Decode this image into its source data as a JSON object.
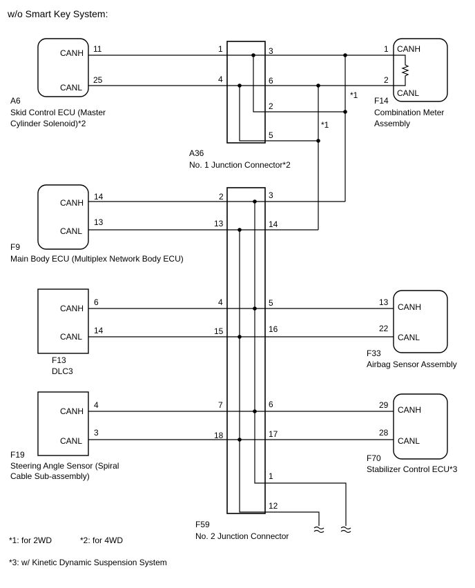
{
  "title": "w/o Smart Key System:",
  "ecus": {
    "a6": {
      "code": "A6",
      "name_line1": "Skid Control ECU (Master",
      "name_line2": "Cylinder Solenoid)*2",
      "canh": "CANH",
      "canl": "CANL",
      "pin_h": "11",
      "pin_l": "25"
    },
    "f9": {
      "code": "F9",
      "name_line1": "Main Body ECU (Multiplex Network Body ECU)",
      "canh": "CANH",
      "canl": "CANL",
      "pin_h": "14",
      "pin_l": "13"
    },
    "f13": {
      "code": "F13",
      "name_line1": "DLC3",
      "canh": "CANH",
      "canl": "CANL",
      "pin_h": "6",
      "pin_l": "14"
    },
    "f19": {
      "code": "F19",
      "name_line1": "Steering Angle Sensor (Spiral",
      "name_line2": "Cable Sub-assembly)",
      "canh": "CANH",
      "canl": "CANL",
      "pin_h": "4",
      "pin_l": "3"
    },
    "f14": {
      "code": "F14",
      "name_line1": "Combination Meter",
      "name_line2": "Assembly",
      "canh": "CANH",
      "canl": "CANL",
      "pin_h": "1",
      "pin_l": "2"
    },
    "f33": {
      "code": "F33",
      "name_line1": "Airbag Sensor Assembly",
      "canh": "CANH",
      "canl": "CANL",
      "pin_h": "13",
      "pin_l": "22"
    },
    "f70": {
      "code": "F70",
      "name_line1": "Stabilizer Control ECU*3",
      "canh": "CANH",
      "canl": "CANL",
      "pin_h": "29",
      "pin_l": "28"
    }
  },
  "connectors": {
    "a36": {
      "code": "A36",
      "name": "No. 1 Junction Connector*2",
      "pins": [
        "1",
        "3",
        "4",
        "6",
        "2",
        "5"
      ]
    },
    "f59": {
      "code": "F59",
      "name": "No. 2 Junction Connector",
      "pins": [
        "2",
        "3",
        "13",
        "14",
        "4",
        "5",
        "15",
        "16",
        "7",
        "6",
        "18",
        "17",
        "1",
        "12"
      ]
    }
  },
  "marks": {
    "star1": "*1"
  },
  "notes": {
    "note1": "*1: for 2WD",
    "note2": "*2: for 4WD",
    "note3": "*3: w/ Kinetic Dynamic Suspension System"
  },
  "colors": {
    "line": "#000000",
    "background": "#ffffff"
  }
}
